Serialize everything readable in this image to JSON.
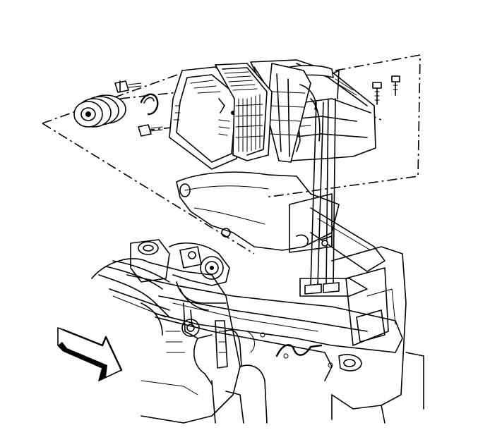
{
  "diagram": {
    "type": "exploded-assembly-line-drawing",
    "style": "black ink on white, dash-dot leader lines",
    "colors": {
      "ink": "#000000",
      "background": "#ffffff"
    },
    "parts": [
      "air-cleaner-housing",
      "air-filter-element",
      "air-cleaner-cover",
      "intake-duct-resonator",
      "grommet",
      "clip",
      "bolt",
      "mounting-bracket",
      "engine-compartment-structure",
      "direction-arrow"
    ]
  }
}
